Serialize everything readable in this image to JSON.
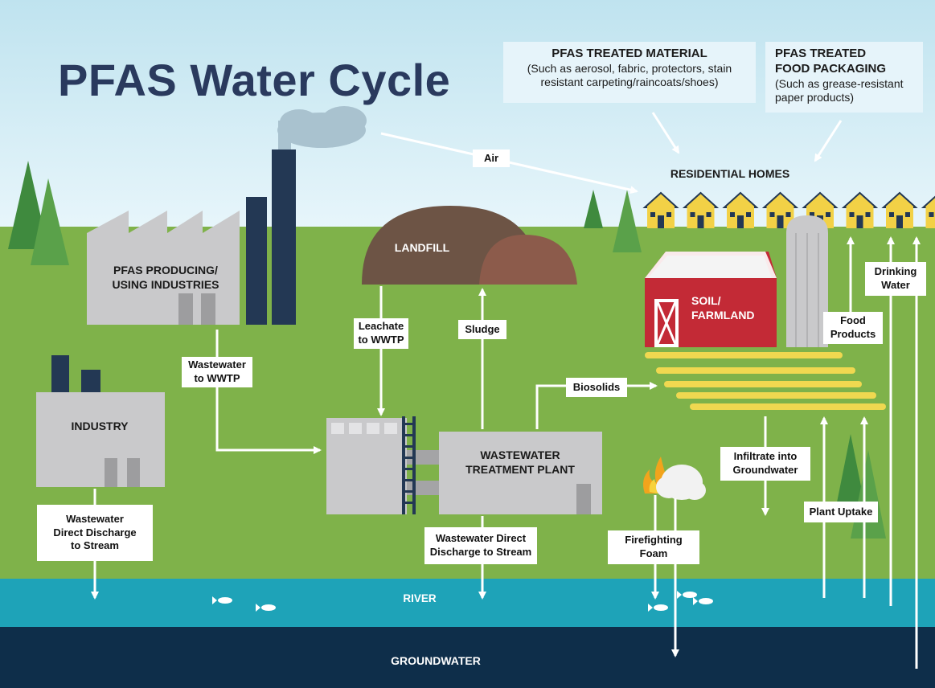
{
  "title": "PFAS Water Cycle",
  "info_boxes": {
    "treated_material": {
      "heading": "PFAS TREATED MATERIAL",
      "body": "(Such as aerosol, fabric, protectors, stain resistant carpeting/raincoats/shoes)"
    },
    "food_packaging": {
      "heading_line1": "PFAS TREATED",
      "heading_line2": "FOOD PACKAGING",
      "body": "(Such as grease-resistant paper products)"
    }
  },
  "places": {
    "residential_homes": "RESIDENTIAL HOMES",
    "landfill": "LANDFILL",
    "pfas_industries_line1": "PFAS PRODUCING/",
    "pfas_industries_line2": "USING INDUSTRIES",
    "industry": "INDUSTRY",
    "wwtp_line1": "WASTEWATER",
    "wwtp_line2": "TREATMENT PLANT",
    "soil_line1": "SOIL/",
    "soil_line2": "FARMLAND",
    "river": "RIVER",
    "groundwater": "GROUNDWATER"
  },
  "flows": {
    "air": "Air",
    "leachate_line1": "Leachate",
    "leachate_line2": "to WWTP",
    "sludge": "Sludge",
    "biosolids": "Biosolids",
    "wastewater_wwtp_line1": "Wastewater",
    "wastewater_wwtp_line2": "to WWTP",
    "industry_discharge_line1": "Wastewater",
    "industry_discharge_line2": "Direct Discharge",
    "industry_discharge_line3": "to Stream",
    "wwtp_discharge_line1": "Wastewater Direct",
    "wwtp_discharge_line2": "Discharge to Stream",
    "firefighting_line1": "Firefighting",
    "firefighting_line2": "Foam",
    "infiltrate_line1": "Infiltrate into",
    "infiltrate_line2": "Groundwater",
    "plant_uptake": "Plant Uptake",
    "food_products_line1": "Food",
    "food_products_line2": "Products",
    "drinking_water_line1": "Drinking",
    "drinking_water_line2": "Water"
  },
  "colors": {
    "sky": "#c9e8f2",
    "grass": "#7fb24a",
    "river": "#1ea3b8",
    "groundwater": "#0e2e4a",
    "title": "#2a3a5e",
    "buildings": "#c9c9cb",
    "landfill": "#6d5445",
    "barn": "#c32a36",
    "houses": "#f2d146"
  }
}
